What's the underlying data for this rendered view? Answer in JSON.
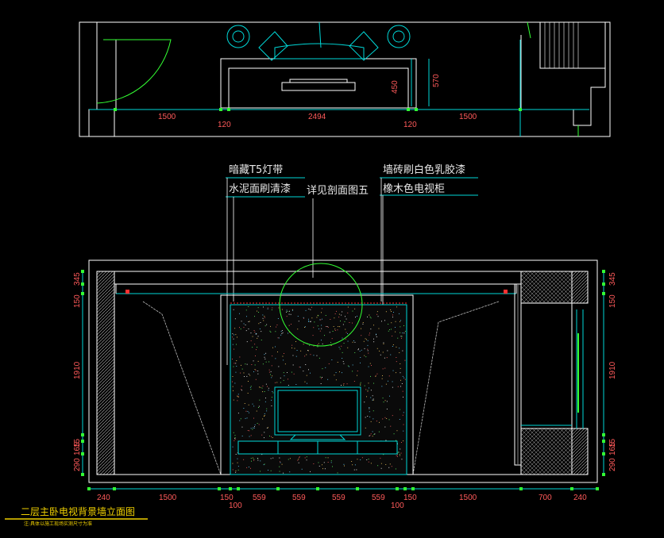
{
  "title": "二层主卧电视背景墙立面图",
  "subtitle": "注:具体以施工现场实测尺寸为准",
  "annotations": {
    "left_1": "暗藏T5灯带",
    "left_2": "水泥面刷清漆",
    "center": "详见剖面图五",
    "right_1": "墙砖刷白色乳胶漆",
    "right_2": "橡木色电视柜"
  },
  "plan_dims": {
    "bottom": [
      "1500",
      "120",
      "2494",
      "120",
      "1500"
    ],
    "vertical": [
      "450",
      "570"
    ]
  },
  "elev_dims": {
    "bottom": [
      "240",
      "1500",
      "150",
      "100",
      "559",
      "559",
      "559",
      "559",
      "100",
      "150",
      "1500",
      "700",
      "240"
    ],
    "left": [
      "345",
      "150",
      "1910",
      "15",
      "165",
      "290"
    ],
    "right": [
      "345",
      "150",
      "1910",
      "15",
      "165",
      "290"
    ]
  },
  "colors": {
    "background": "#000000",
    "outline": "#ffffff",
    "cyan": "#00d8d8",
    "green": "#33ff33",
    "dimension_text": "#ff5a5a",
    "title": "#f0d000"
  }
}
